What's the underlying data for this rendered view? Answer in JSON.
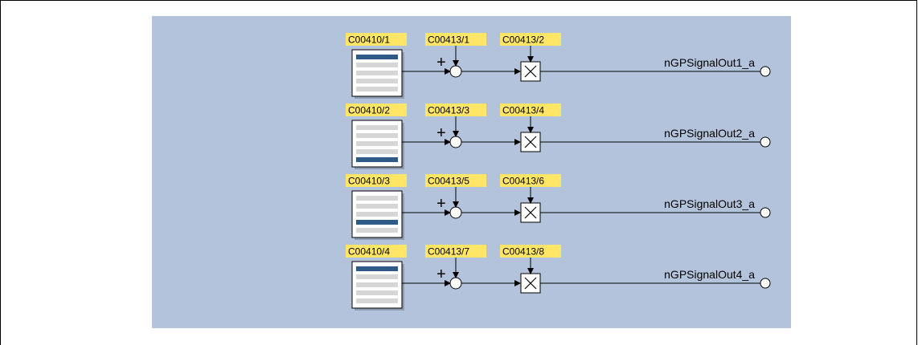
{
  "colors": {
    "panel_background": "#b4c3dc",
    "code_label_background": "#ffe666",
    "selected_bar": "#2d5a86",
    "unselected_bar": "#d6d6d6",
    "line": "#000000"
  },
  "channels": [
    {
      "selector_code": "C00410/1",
      "offset_code": "C00413/1",
      "gain_code": "C00413/2",
      "output_label": "nGPSignalOut1_a",
      "selected_row": 1
    },
    {
      "selector_code": "C00410/2",
      "offset_code": "C00413/3",
      "gain_code": "C00413/4",
      "output_label": "nGPSignalOut2_a",
      "selected_row": 5
    },
    {
      "selector_code": "C00410/3",
      "offset_code": "C00413/5",
      "gain_code": "C00413/6",
      "output_label": "nGPSignalOut3_a",
      "selected_row": 4
    },
    {
      "selector_code": "C00410/4",
      "offset_code": "C00413/7",
      "gain_code": "C00413/8",
      "output_label": "nGPSignalOut4_a",
      "selected_row": 1
    }
  ],
  "symbols": {
    "plus": "+",
    "multiply": "×"
  }
}
